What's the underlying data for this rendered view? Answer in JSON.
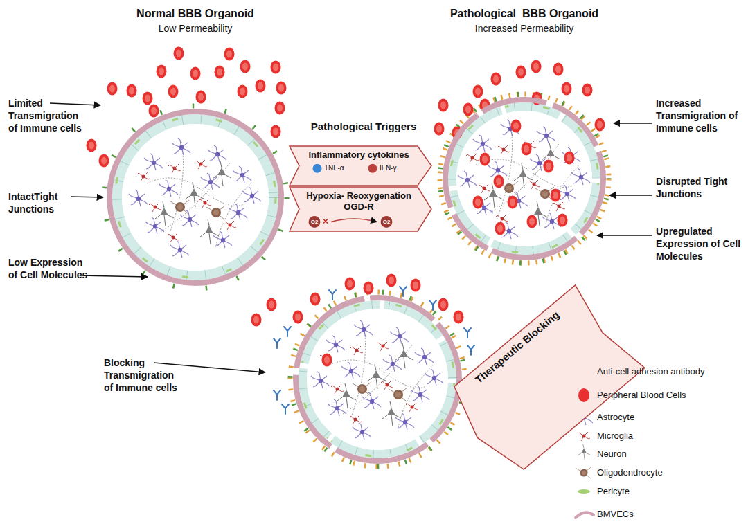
{
  "diagram": {
    "nodes": [
      {
        "text": [
          "Normal BBB Organoid",
          "Low Permeability"
        ]
      },
      {
        "text": [
          "Pathological  BBB Organoid",
          "Increased Permeability"
        ]
      },
      {
        "text": [
          "Inflammatory cytokines",
          "TNF-α",
          "IFN-γ"
        ]
      },
      {
        "text": [
          "Hypoxia- Reoxygenation OGD-R",
          "O2",
          "O2"
        ]
      },
      {
        "text": [
          "Therapeutic Blocking"
        ]
      }
    ],
    "labels": [
      "Limited Transmigration of Immune cells",
      "IntactTight Junctions",
      "Low Expression of Cell Molecules",
      "Pathological Triggers",
      "Increased Transmigration of Immune cells",
      "Disrupted Tight Junctions",
      "Upregulated Expression of Cell Molecules",
      "Blocking Transmigration of Immune cells"
    ],
    "legend": [
      {
        "text": "Anti-cell adhesion antibody"
      },
      {
        "text": "Peripheral Blood Cells",
        "color": "#e8312f"
      },
      {
        "text": "Astrocyte"
      },
      {
        "text": "Microglia"
      },
      {
        "text": "Neuron"
      },
      {
        "text": "Oligodendrocyte"
      },
      {
        "text": "Pericyte"
      },
      {
        "text": "BMVECs"
      }
    ]
  }
}
